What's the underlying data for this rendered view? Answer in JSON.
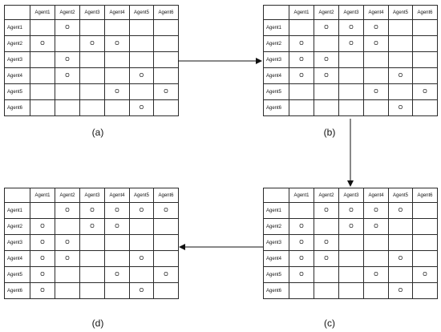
{
  "header": [
    "",
    "Agent1",
    "Agent2",
    "Agent3",
    "Agent4",
    "Agent5",
    "Agent6"
  ],
  "mark": "O",
  "matrices": [
    {
      "id": "a",
      "caption": "(a)",
      "rows": [
        {
          "label": "Agent1",
          "cells": [
            "",
            "O",
            "",
            "",
            "",
            ""
          ]
        },
        {
          "label": "Agent2",
          "cells": [
            "O",
            "",
            "O",
            "O",
            "",
            ""
          ]
        },
        {
          "label": "Agent3",
          "cells": [
            "",
            "O",
            "",
            "",
            "",
            ""
          ]
        },
        {
          "label": "Agent4",
          "cells": [
            "",
            "O",
            "",
            "",
            "O",
            ""
          ]
        },
        {
          "label": "Agent5",
          "cells": [
            "",
            "",
            "",
            "O",
            "",
            "O"
          ]
        },
        {
          "label": "Agent6",
          "cells": [
            "",
            "",
            "",
            "",
            "O",
            ""
          ]
        }
      ]
    },
    {
      "id": "b",
      "caption": "(b)",
      "rows": [
        {
          "label": "Agent1",
          "cells": [
            "",
            "O",
            "O",
            "O",
            "",
            ""
          ]
        },
        {
          "label": "Agent2",
          "cells": [
            "O",
            "",
            "O",
            "O",
            "",
            ""
          ]
        },
        {
          "label": "Agent3",
          "cells": [
            "O",
            "O",
            "",
            "",
            "",
            ""
          ]
        },
        {
          "label": "Agent4",
          "cells": [
            "O",
            "O",
            "",
            "",
            "O",
            ""
          ]
        },
        {
          "label": "Agent5",
          "cells": [
            "",
            "",
            "",
            "O",
            "",
            "O"
          ]
        },
        {
          "label": "Agent6",
          "cells": [
            "",
            "",
            "",
            "",
            "O",
            ""
          ]
        }
      ]
    },
    {
      "id": "c",
      "caption": "(c)",
      "rows": [
        {
          "label": "Agent1",
          "cells": [
            "",
            "O",
            "O",
            "O",
            "O",
            ""
          ]
        },
        {
          "label": "Agent2",
          "cells": [
            "O",
            "",
            "O",
            "O",
            "",
            ""
          ]
        },
        {
          "label": "Agent3",
          "cells": [
            "O",
            "O",
            "",
            "",
            "",
            ""
          ]
        },
        {
          "label": "Agent4",
          "cells": [
            "O",
            "O",
            "",
            "",
            "O",
            ""
          ]
        },
        {
          "label": "Agent5",
          "cells": [
            "O",
            "",
            "",
            "O",
            "",
            "O"
          ]
        },
        {
          "label": "Agent6",
          "cells": [
            "",
            "",
            "",
            "",
            "O",
            ""
          ]
        }
      ]
    },
    {
      "id": "d",
      "caption": "(d)",
      "rows": [
        {
          "label": "Agent1",
          "cells": [
            "",
            "O",
            "O",
            "O",
            "O",
            "O"
          ]
        },
        {
          "label": "Agent2",
          "cells": [
            "O",
            "",
            "O",
            "O",
            "",
            ""
          ]
        },
        {
          "label": "Agent3",
          "cells": [
            "O",
            "O",
            "",
            "",
            "",
            ""
          ]
        },
        {
          "label": "Agent4",
          "cells": [
            "O",
            "O",
            "",
            "",
            "O",
            ""
          ]
        },
        {
          "label": "Agent5",
          "cells": [
            "O",
            "",
            "",
            "O",
            "",
            "O"
          ]
        },
        {
          "label": "Agent6",
          "cells": [
            "O",
            "",
            "",
            "",
            "O",
            ""
          ]
        }
      ]
    }
  ]
}
